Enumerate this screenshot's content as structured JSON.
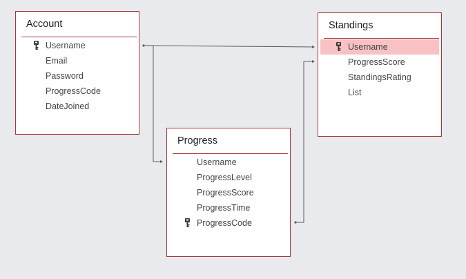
{
  "tables": {
    "account": {
      "title": "Account",
      "fields": [
        {
          "label": "Username",
          "primary_key": true
        },
        {
          "label": "Email"
        },
        {
          "label": "Password"
        },
        {
          "label": "ProgressCode"
        },
        {
          "label": "DateJoined"
        }
      ]
    },
    "standings": {
      "title": "Standings",
      "fields": [
        {
          "label": "Username",
          "primary_key": true,
          "selected": true
        },
        {
          "label": "ProgressScore"
        },
        {
          "label": "StandingsRating"
        },
        {
          "label": "List"
        }
      ]
    },
    "progress": {
      "title": "Progress",
      "fields": [
        {
          "label": "Username"
        },
        {
          "label": "ProgressLevel"
        },
        {
          "label": "ProgressScore"
        },
        {
          "label": "ProgressTime"
        },
        {
          "label": "ProgressCode",
          "primary_key": true
        }
      ]
    }
  },
  "colors": {
    "canvas": "#e9eaee",
    "table_border": "#a4373a",
    "selected_row": "#f8c2c5",
    "relationship_line": "#5a5a5a"
  },
  "icons": {
    "primary_key": "key-icon"
  }
}
